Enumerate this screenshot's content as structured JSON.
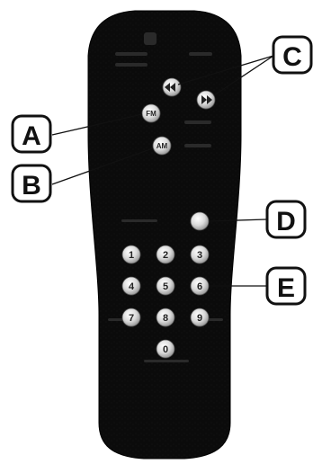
{
  "callouts": {
    "a": "A",
    "b": "B",
    "c": "C",
    "d": "D",
    "e": "E"
  },
  "buttons": {
    "fm": "FM",
    "am": "AM"
  },
  "keypad": [
    "1",
    "2",
    "3",
    "4",
    "5",
    "6",
    "7",
    "8",
    "9",
    "0"
  ],
  "colors": {
    "remote_body": "#0b0b0b",
    "button_fill": "#e6e6e6",
    "callout_stroke": "#111111"
  }
}
